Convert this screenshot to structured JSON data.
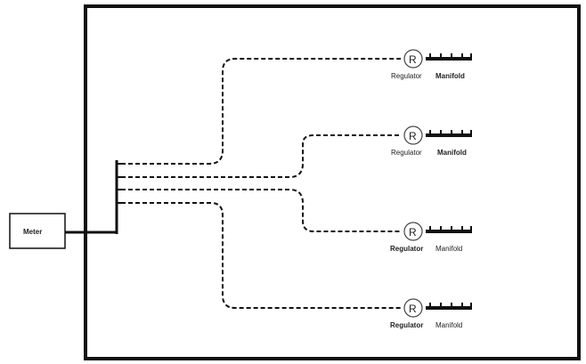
{
  "meter": {
    "label": "Meter"
  },
  "branches": [
    {
      "regulator_symbol": "R",
      "regulator_label": "Regulator",
      "manifold_label": "Manifold",
      "regulator_bold": false
    },
    {
      "regulator_symbol": "R",
      "regulator_label": "Regulator",
      "manifold_label": "Manifold",
      "regulator_bold": false
    },
    {
      "regulator_symbol": "R",
      "regulator_label": "Regulator",
      "manifold_label": "Manifold",
      "regulator_bold": true
    },
    {
      "regulator_symbol": "R",
      "regulator_label": "Regulator",
      "manifold_label": "Manifold",
      "regulator_bold": true
    }
  ],
  "colors": {
    "line": "#111111",
    "frame": "#111111",
    "circle": "#444444"
  }
}
